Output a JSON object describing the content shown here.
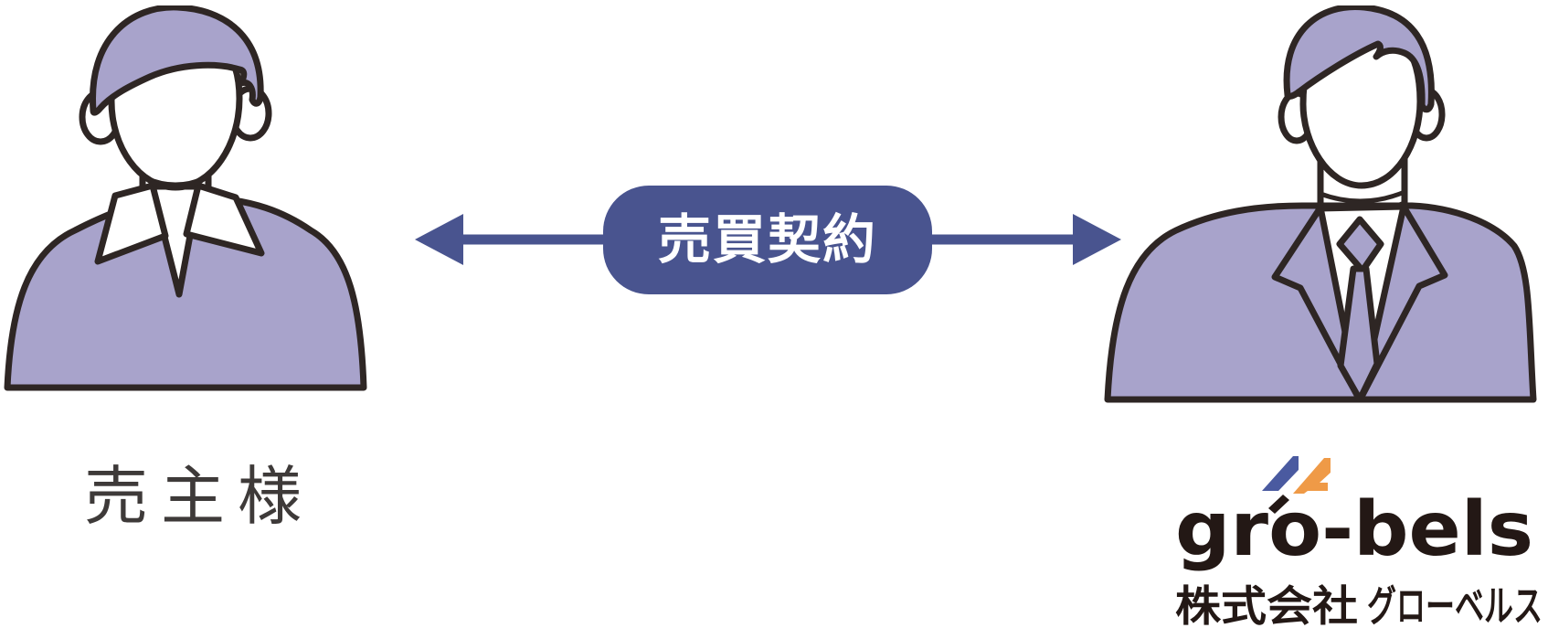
{
  "diagram": {
    "seller": {
      "label": "売主様"
    },
    "contract": {
      "label": "売買契約"
    },
    "company": {
      "logo_text": "gro-bels",
      "name_prefix": "株式会社",
      "name": "グローベルス"
    },
    "colors": {
      "figure_fill": "#a8a3cb",
      "figure_outline": "#2e2624",
      "arrow_blue": "#49548f",
      "seller_label_gray": "#3e3a39",
      "logo_dark": "#231815",
      "logo_mark_blue": "#4a5aa0",
      "logo_mark_orange": "#ef9a47"
    }
  }
}
